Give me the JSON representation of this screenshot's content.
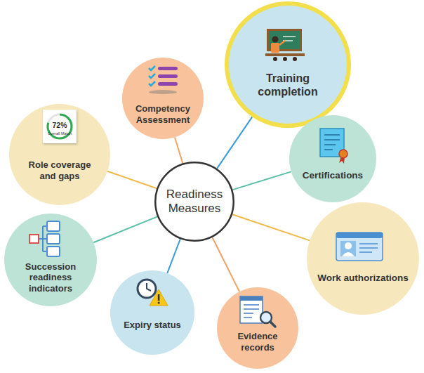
{
  "diagram": {
    "nodes": [
      {
        "text": [
          "Readiness Measures"
        ]
      },
      {
        "text": [
          "Competency Assessment"
        ]
      },
      {
        "text": [
          "Training completion"
        ]
      },
      {
        "text": [
          "Certifications"
        ]
      },
      {
        "text": [
          "Work authorizations"
        ]
      },
      {
        "text": [
          "Evidence records"
        ]
      },
      {
        "text": [
          "Expiry status"
        ]
      },
      {
        "text": [
          "Succession readiness indicators"
        ]
      },
      {
        "text": [
          "72%",
          "Overall Match",
          "Role coverage and gaps"
        ]
      }
    ],
    "edges": [
      {
        "from": 0,
        "to": 1,
        "arrow": "none"
      },
      {
        "from": 0,
        "to": 2,
        "arrow": "none"
      },
      {
        "from": 0,
        "to": 3,
        "arrow": "none"
      },
      {
        "from": 0,
        "to": 4,
        "arrow": "none"
      },
      {
        "from": 0,
        "to": 5,
        "arrow": "none"
      },
      {
        "from": 0,
        "to": 6,
        "arrow": "none"
      },
      {
        "from": 0,
        "to": 7,
        "arrow": "none"
      },
      {
        "from": 0,
        "to": 8,
        "arrow": "none"
      }
    ]
  }
}
